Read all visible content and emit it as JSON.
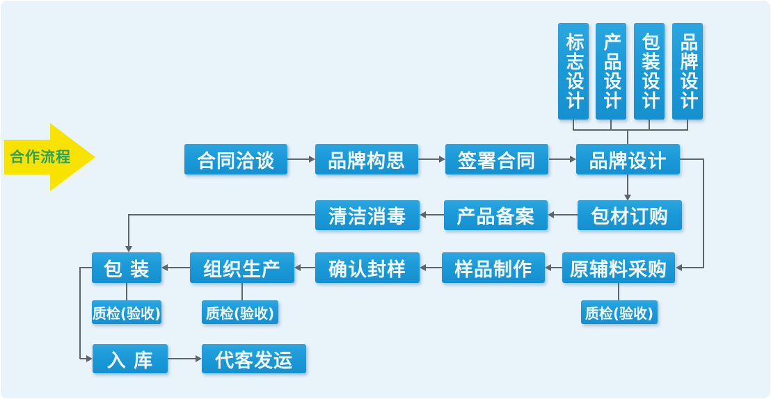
{
  "flow_arrow": {
    "label": "合作流程"
  },
  "design_boxes": [
    {
      "label": "标志设计"
    },
    {
      "label": "产品设计"
    },
    {
      "label": "包装设计"
    },
    {
      "label": "品牌设计"
    }
  ],
  "row1": [
    {
      "label": "合同洽谈"
    },
    {
      "label": "品牌构思"
    },
    {
      "label": "签署合同"
    },
    {
      "label": "品牌设计"
    }
  ],
  "row2": [
    {
      "label": "清洁消毒"
    },
    {
      "label": "产品备案"
    },
    {
      "label": "包材订购"
    }
  ],
  "row3": [
    {
      "label": "包 装"
    },
    {
      "label": "组织生产"
    },
    {
      "label": "确认封样"
    },
    {
      "label": "样品制作"
    },
    {
      "label": "原辅料采购"
    }
  ],
  "qc": [
    {
      "label": "质检(验收)"
    },
    {
      "label": "质检(验收)"
    },
    {
      "label": "质检(验收)"
    }
  ],
  "row4": [
    {
      "label": "入 库"
    },
    {
      "label": "代客发运"
    }
  ],
  "edges": [
    "标志设计 → 品牌设计",
    "产品设计 → 品牌设计",
    "包装设计 → 品牌设计",
    "品牌设计(设计类) → 品牌设计",
    "合同洽谈 → 品牌构思",
    "品牌构思 → 签署合同",
    "签署合同 → 品牌设计",
    "品牌设计 → 包材订购",
    "品牌设计 → 原辅料采购",
    "包材订购 → 产品备案",
    "产品备案 → 清洁消毒",
    "清洁消毒 → 包 装",
    "原辅料采购 → 样品制作",
    "样品制作 → 确认封样",
    "确认封样 → 组织生产",
    "组织生产 → 包 装",
    "包 装 → 质检(验收)",
    "组织生产 → 质检(验收)",
    "原辅料采购 → 质检(验收)",
    "包 装 → 入 库",
    "入 库 → 代客发运"
  ],
  "colors": {
    "node_blue": "#1b9ad8",
    "background": "#e9f3fa",
    "connector_gray": "#5d646c",
    "arrow_yellow": "#f8e300",
    "arrow_text_green": "#2ca163",
    "node_text": "#f2faff"
  }
}
